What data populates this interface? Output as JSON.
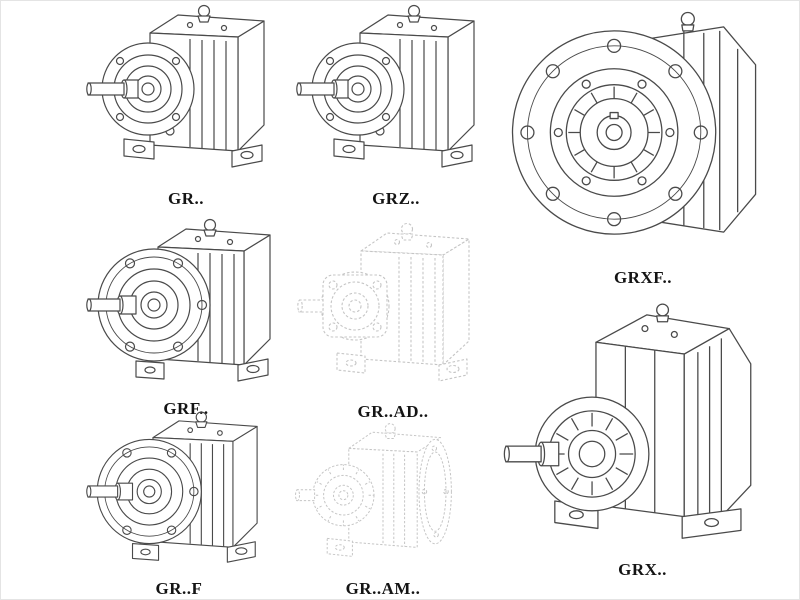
{
  "page": {
    "kind": "gear-reducer-series-line-drawing-catalog"
  },
  "colors": {
    "line": "#4a4a4a",
    "ghost_line": "#c5c5c5",
    "background": "#ffffff"
  },
  "figures": [
    {
      "label": "GR.."
    },
    {
      "label": "GRZ.."
    },
    {
      "label": "GRXF.."
    },
    {
      "label": "GRF.."
    },
    {
      "label": "GR..AD.."
    },
    {
      "label": "GR..F"
    },
    {
      "label": "GR..AM.."
    },
    {
      "label": "GRX.."
    }
  ]
}
